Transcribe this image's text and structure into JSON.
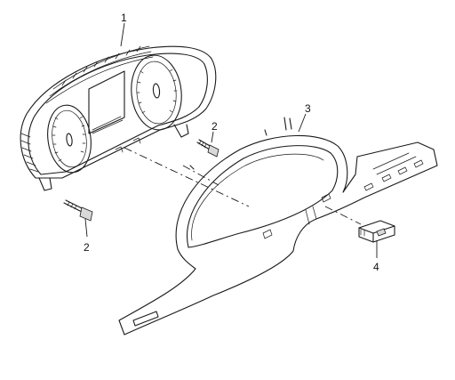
{
  "labels": {
    "part1": "1",
    "part2_top": "2",
    "part2_bottom": "2",
    "part3": "3",
    "part4": "4"
  }
}
